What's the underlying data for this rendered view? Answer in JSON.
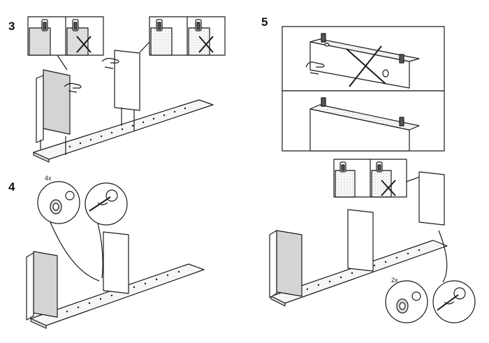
{
  "steps": [
    {
      "number": "3"
    },
    {
      "number": "4",
      "callout_count": "4x"
    },
    {
      "number": "5",
      "callout_count": "2x"
    }
  ],
  "colors": {
    "line": "#1a1a1a",
    "panel_fill": "#ffffff",
    "shade_fill": "#d9d9d9",
    "board_fill": "#f4f4f4"
  },
  "icons": [
    "hand-pointer-icon",
    "screwdriver-icon",
    "cam-lock-icon",
    "dowel-icon",
    "cross-mark-icon"
  ]
}
